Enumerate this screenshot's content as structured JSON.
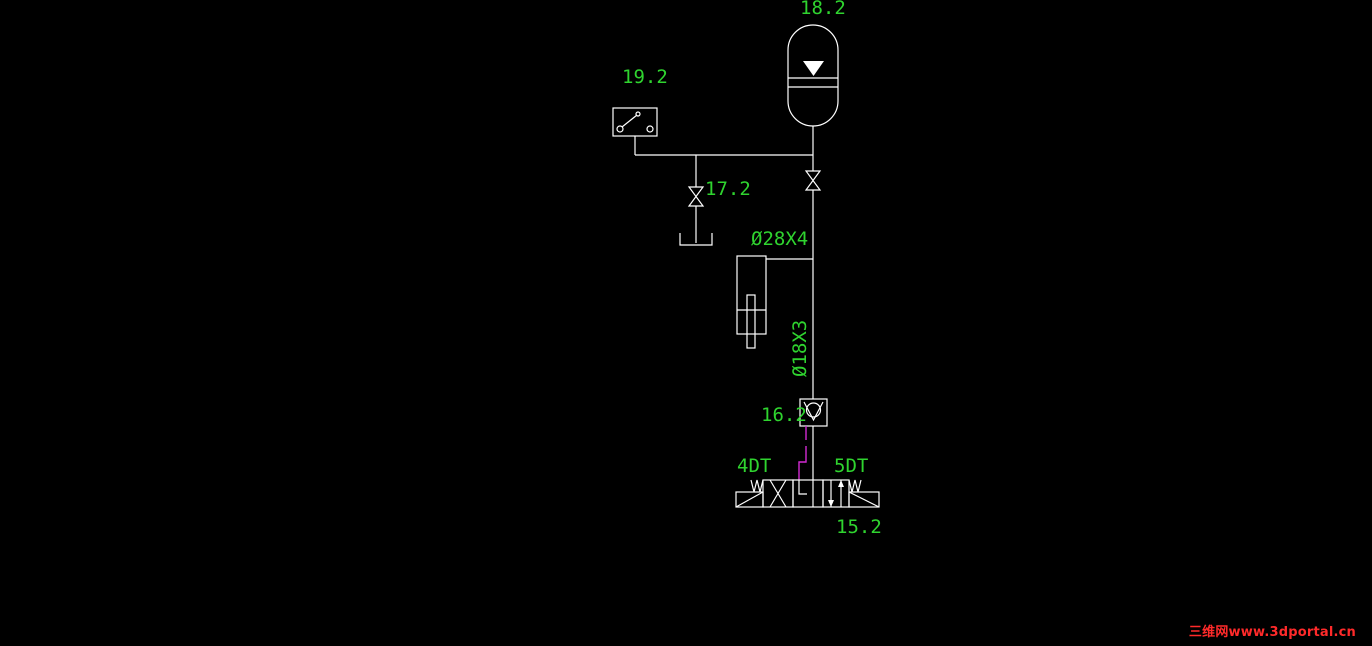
{
  "labels": {
    "accumulator": "18.2",
    "pressure_switch": "19.2",
    "drain_valve": "17.2",
    "pipe_upper": "Ø28X4",
    "pipe_lower": "Ø18X3",
    "check_valve": "16.2",
    "solenoid_left": "4DT",
    "solenoid_right": "5DT",
    "directional_valve": "15.2"
  },
  "watermark": "三维网www.3dportal.cn",
  "colors": {
    "background": "#000000",
    "line": "#ffffff",
    "label": "#2fd42f",
    "pilot_line": "#d22ad2",
    "watermark": "#ff2a2a"
  }
}
